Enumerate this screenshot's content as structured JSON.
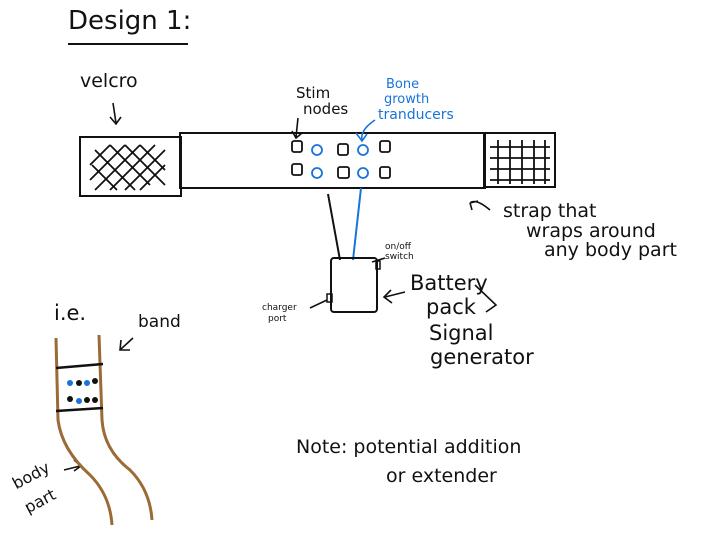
{
  "title": "Design 1:",
  "labels": {
    "velcro": "velcro",
    "stim_nodes_1": "Stim",
    "stim_nodes_2": "nodes",
    "bone_1": "Bone",
    "bone_2": "growth",
    "bone_3": "tranducers",
    "strap_1": "strap that",
    "strap_2": "wraps around",
    "strap_3": "any body part",
    "onoff_1": "on/off",
    "onoff_2": "switch",
    "charger_1": "charger",
    "charger_2": "port",
    "battery_1": "Battery",
    "battery_2": "pack",
    "signal_1": "Signal",
    "signal_2": "generator",
    "ie": "i.e.",
    "band": "band",
    "body_1": "body",
    "body_2": "part",
    "note_1": "Note:  potential addition",
    "note_2": "or extender"
  },
  "colors": {
    "ink": "#111111",
    "transducer_blue": "#1a73d9",
    "body_brown": "#9b6a35"
  }
}
